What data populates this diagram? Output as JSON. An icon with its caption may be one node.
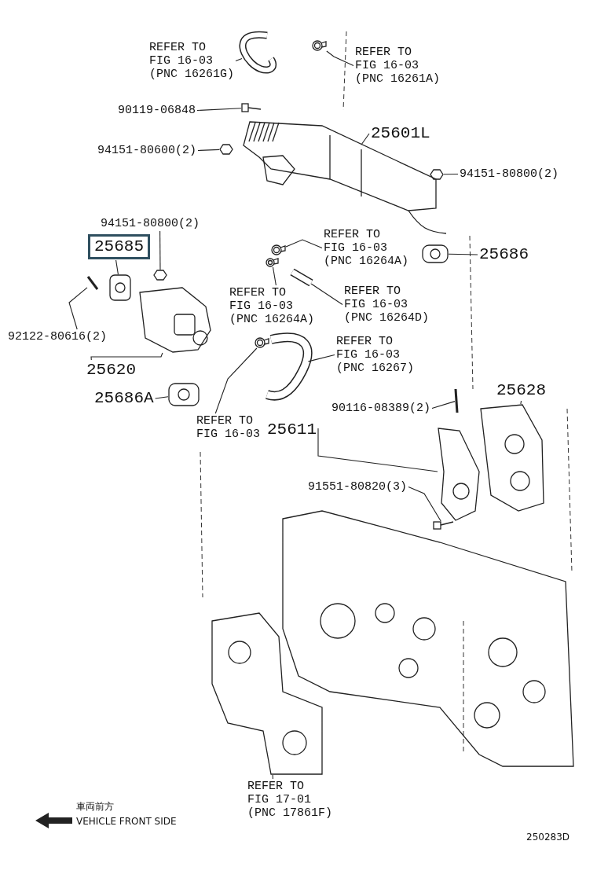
{
  "diagram": {
    "nodes": [
      {
        "text": [
          "REFER TO FIG 16-03 (PNC 16261G)"
        ]
      },
      {
        "text": [
          "REFER TO FIG 16-03 (PNC 16261A)"
        ]
      },
      {
        "text": [
          "90119-06848"
        ]
      },
      {
        "text": [
          "94151-80600(2)"
        ]
      },
      {
        "text": [
          "25601L"
        ]
      },
      {
        "text": [
          "94151-80800(2)"
        ]
      },
      {
        "text": [
          "94151-80800(2)"
        ]
      },
      {
        "text": [
          "25685"
        ]
      },
      {
        "text": [
          "92122-80616(2)"
        ]
      },
      {
        "text": [
          "25620"
        ]
      },
      {
        "text": [
          "REFER TO FIG 16-03 (PNC 16264A)"
        ]
      },
      {
        "text": [
          "REFER TO FIG 16-03 (PNC 16264A)"
        ]
      },
      {
        "text": [
          "REFER TO FIG 16-03 (PNC 16264D)"
        ]
      },
      {
        "text": [
          "25686"
        ]
      },
      {
        "text": [
          "REFER TO FIG 16-03 (PNC 16267)"
        ]
      },
      {
        "text": [
          "25686A"
        ]
      },
      {
        "text": [
          "REFER TO FIG 16-03"
        ]
      },
      {
        "text": [
          "25628"
        ]
      },
      {
        "text": [
          "90116-08389(2)"
        ]
      },
      {
        "text": [
          "25611"
        ]
      },
      {
        "text": [
          "91551-80820(3)"
        ]
      },
      {
        "text": [
          "REFER TO FIG 17-01 (PNC 17861F)"
        ]
      },
      {
        "text": [],
        "shape": "picture"
      },
      {
        "text": [],
        "shape": "picture"
      },
      {
        "text": [],
        "shape": "picture"
      },
      {
        "text": [],
        "shape": "picture"
      },
      {
        "text": [],
        "shape": "picture"
      },
      {
        "text": [],
        "shape": "picture"
      },
      {
        "text": [],
        "shape": "picture"
      },
      {
        "text": [],
        "shape": "picture"
      },
      {
        "text": [],
        "shape": "picture"
      },
      {
        "text": [],
        "shape": "picture"
      },
      {
        "text": [],
        "shape": "picture"
      },
      {
        "text": [],
        "shape": "picture"
      },
      {
        "text": [],
        "shape": "picture"
      },
      {
        "text": [],
        "shape": "picture"
      },
      {
        "text": [],
        "shape": "picture"
      },
      {
        "text": [],
        "shape": "picture"
      },
      {
        "text": [],
        "shape": "picture"
      },
      {
        "text": [],
        "shape": "picture"
      },
      {
        "text": [],
        "shape": "picture"
      },
      {
        "text": [],
        "shape": "picture"
      },
      {
        "text": [],
        "shape": "picture"
      },
      {
        "text": [],
        "shape": "picture"
      }
    ],
    "edges": [
      {
        "from": 0,
        "to": 22,
        "arrow": "none"
      },
      {
        "from": 1,
        "to": 23,
        "arrow": "none"
      },
      {
        "from": 2,
        "to": 24,
        "arrow": "none"
      },
      {
        "from": 3,
        "to": 25,
        "arrow": "none"
      },
      {
        "from": 4,
        "to": 26,
        "arrow": "none"
      },
      {
        "from": 5,
        "to": 27,
        "arrow": "none"
      },
      {
        "from": 6,
        "to": 28,
        "arrow": "none"
      },
      {
        "from": 7,
        "to": 29,
        "arrow": "none"
      },
      {
        "from": 8,
        "to": 30,
        "arrow": "none"
      },
      {
        "from": 9,
        "to": 31,
        "arrow": "none"
      },
      {
        "from": 10,
        "to": 32,
        "arrow": "none"
      },
      {
        "from": 11,
        "to": 33,
        "arrow": "none"
      },
      {
        "from": 12,
        "to": 34,
        "arrow": "none"
      },
      {
        "from": 13,
        "to": 35,
        "arrow": "none"
      },
      {
        "from": 14,
        "to": 36,
        "arrow": "none"
      },
      {
        "from": 15,
        "to": 37,
        "arrow": "none"
      },
      {
        "from": 16,
        "to": 38,
        "arrow": "none"
      },
      {
        "from": 17,
        "to": 39,
        "arrow": "none"
      },
      {
        "from": 18,
        "to": 40,
        "arrow": "none"
      },
      {
        "from": 19,
        "to": 41,
        "arrow": "none"
      },
      {
        "from": 20,
        "to": 42,
        "arrow": "none"
      },
      {
        "from": 21,
        "to": 43,
        "arrow": "none"
      }
    ],
    "labels": [
      "車両前方",
      "VEHICLE FRONT SIDE",
      "250283D"
    ]
  }
}
